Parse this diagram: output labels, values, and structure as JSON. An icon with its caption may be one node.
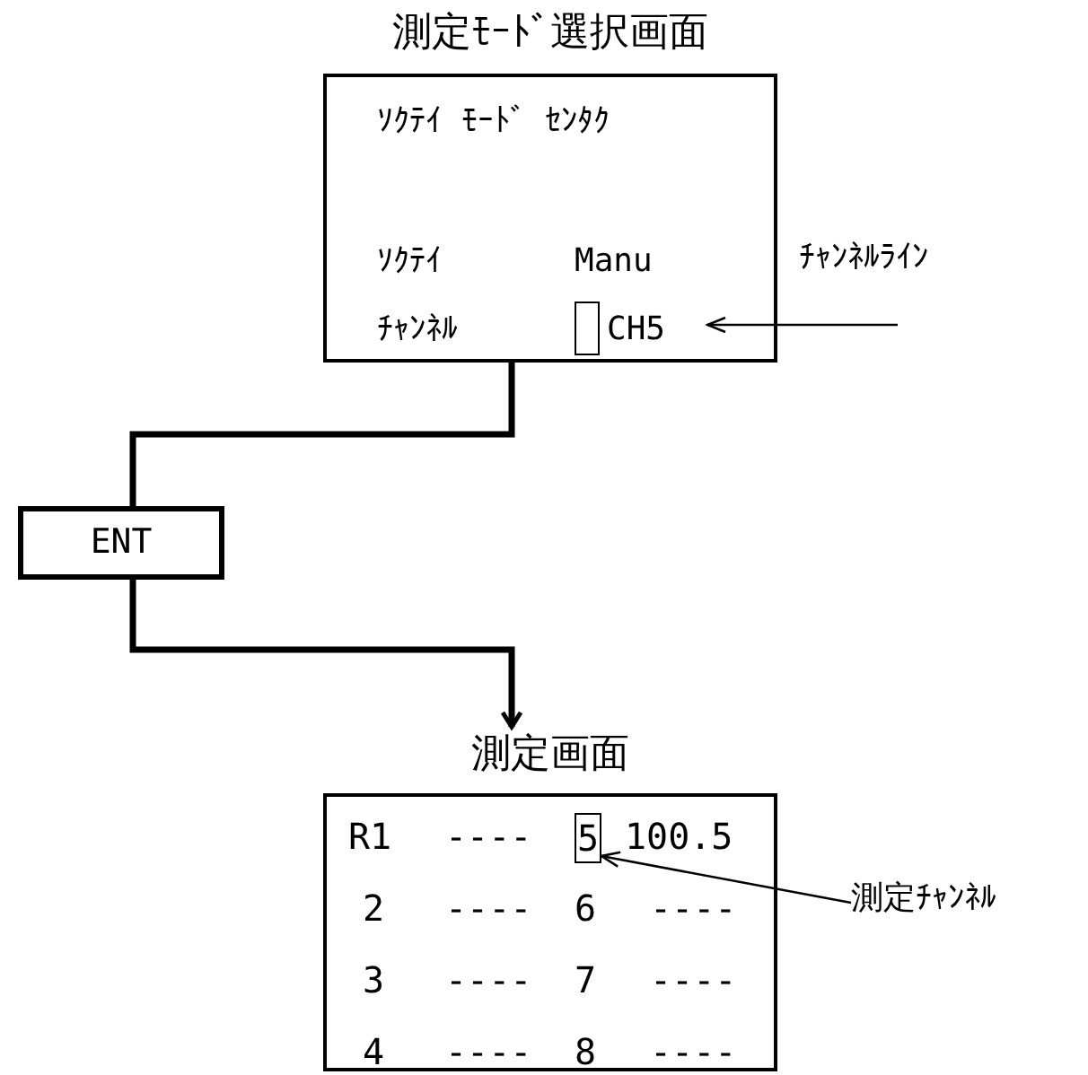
{
  "diagram": {
    "nodes": [
      {
        "text": [
          "測定ﾓｰﾄﾞ選択画面",
          "ｿｸﾃｲ ﾓｰﾄﾞ ｾﾝﾀｸ",
          "ｿｸﾃｲ",
          "Manu",
          "ﾁｬﾝﾈﾙ"
        ]
      },
      {
        "text": [
          "CH5"
        ],
        "in": 0
      },
      {
        "text": [
          "ﾁｬﾝﾈﾙﾗｲﾝ"
        ]
      },
      {
        "text": [
          "ENT"
        ]
      },
      {
        "text": [
          "測定画面",
          "R1",
          "----",
          "100.5",
          "2",
          "----",
          "6",
          "----",
          "3",
          "----",
          "7",
          "----",
          "4",
          "----",
          "8",
          "----"
        ]
      },
      {
        "text": [
          "5"
        ],
        "in": 4
      },
      {
        "text": [
          "測定ﾁｬﾝﾈﾙ"
        ]
      }
    ],
    "edges": [
      {
        "from": 0,
        "to": 3,
        "arrow": "none",
        "style": "thick"
      },
      {
        "from": 3,
        "to": 4,
        "arrow": "to",
        "style": "thick"
      },
      {
        "from": 2,
        "to": 1,
        "arrow": "to"
      },
      {
        "from": 6,
        "to": 5,
        "arrow": "to"
      }
    ]
  }
}
